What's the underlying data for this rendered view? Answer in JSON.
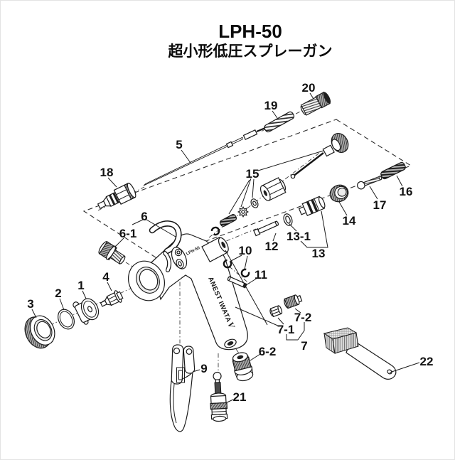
{
  "colors": {
    "ink": "#1a1a1a",
    "background": "#ffffff"
  },
  "header": {
    "title": "LPH-50",
    "subtitle": "超小形低圧スプレーガン"
  },
  "gun_markings": {
    "model": "LPH-50",
    "brand": "ANEST IWATA",
    "logo": "V"
  },
  "parts": {
    "p1": "1",
    "p2": "2",
    "p3": "3",
    "p4": "4",
    "p5": "5",
    "p6": "6",
    "p6_1": "6-1",
    "p6_2": "6-2",
    "p7": "7",
    "p7_1": "7-1",
    "p7_2": "7-2",
    "p9": "9",
    "p10": "10",
    "p11": "11",
    "p12": "12",
    "p13": "13",
    "p13_1": "13-1",
    "p14": "14",
    "p15": "15",
    "p16": "16",
    "p17": "17",
    "p18": "18",
    "p19": "19",
    "p20": "20",
    "p21": "21",
    "p22": "22"
  }
}
